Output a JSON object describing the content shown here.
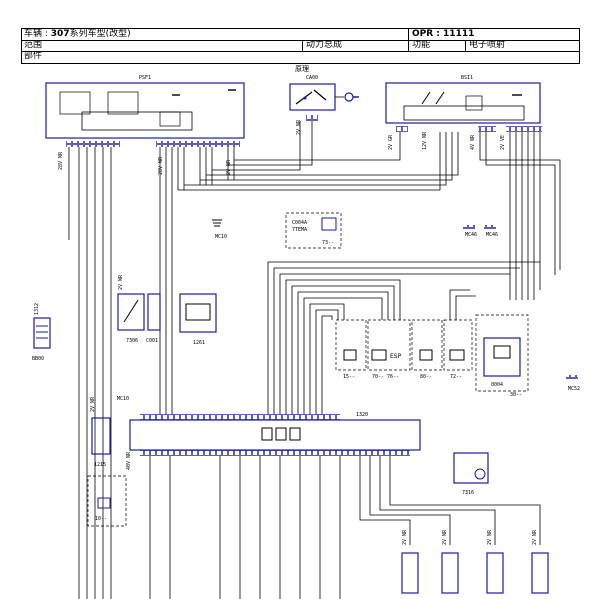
{
  "header": {
    "vehicle_label": "车辆 : ",
    "vehicle_model": "307",
    "vehicle_suffix": "系列车型(改型)",
    "opr": "OPR : 11111",
    "scope": "范围",
    "powertrain": "动力总成",
    "function_label": "功能",
    "function_value": "电子喷射",
    "parts": "部件"
  },
  "diagram": {
    "title": "原理",
    "modules": {
      "psf1": "PSF1",
      "bsi1": "BSI1",
      "ca00": "CA00",
      "c004a": "C004A",
      "c004a_sub": "7TEMA",
      "c004a_ref": "73--",
      "m1320": "1320",
      "c7306": "7306",
      "c0001": "C001",
      "c1261": "1261",
      "c1215": "1215",
      "c7316": "7316",
      "c0004": "0004",
      "bb00": "BB00",
      "mc10": "MC10",
      "mc10b": "MC10",
      "mc46a": "MC46",
      "mc46b": "MC46",
      "mc52": "MC52",
      "esp": "ESP",
      "r15": "15--",
      "r70": "70-- 76--",
      "r80": "80--",
      "r72": "72--",
      "r10": "10--",
      "r30": "30--"
    },
    "wire_labels": {
      "w1": "2V NR",
      "w2": "28V NR",
      "w3": "12V NR",
      "w4": "4V NR",
      "w5": "2V VE",
      "w6": "40V NR",
      "w7": "2V GR",
      "w8": "1312",
      "w9": "BB00"
    }
  }
}
